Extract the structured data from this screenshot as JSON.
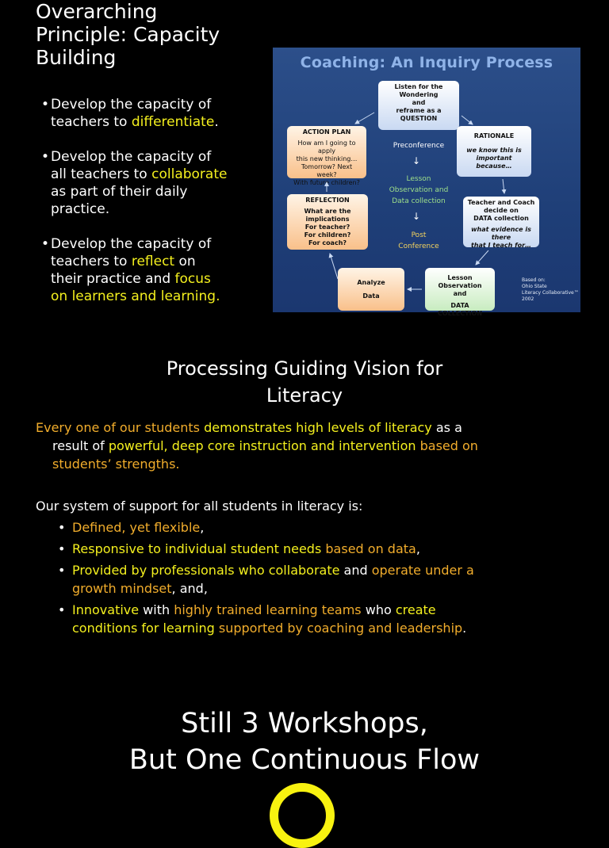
{
  "slide1": {
    "title": [
      "Overarching",
      "Principle: Capacity",
      "Building"
    ],
    "bullets": [
      {
        "lines": [
          [
            {
              "t": "Develop the capacity of",
              "c": "w"
            }
          ],
          [
            {
              "t": "teachers to ",
              "c": "w"
            },
            {
              "t": "differentiate",
              "c": "y"
            },
            {
              "t": ".",
              "c": "w"
            }
          ]
        ]
      },
      {
        "lines": [
          [
            {
              "t": "Develop the capacity of",
              "c": "w"
            }
          ],
          [
            {
              "t": "all teachers to ",
              "c": "w"
            },
            {
              "t": "collaborate",
              "c": "y"
            }
          ],
          [
            {
              "t": "as part of their daily",
              "c": "w"
            }
          ],
          [
            {
              "t": "practice.",
              "c": "w"
            }
          ]
        ]
      },
      {
        "lines": [
          [
            {
              "t": "Develop the capacity of",
              "c": "w"
            }
          ],
          [
            {
              "t": "teachers to ",
              "c": "w"
            },
            {
              "t": "reflect",
              "c": "y"
            },
            {
              "t": " on",
              "c": "w"
            }
          ],
          [
            {
              "t": "their practice and ",
              "c": "w"
            },
            {
              "t": "focus",
              "c": "y"
            }
          ],
          [
            {
              "t": "on learners and learning.",
              "c": "y"
            }
          ]
        ]
      }
    ],
    "bullet_glyph": "•"
  },
  "diagram": {
    "title": "Coaching: An Inquiry Process",
    "listen": [
      "Listen for the",
      "Wondering",
      "and",
      "reframe as a",
      "QUESTION"
    ],
    "action_plan": {
      "head": "ACTION PLAN",
      "body": [
        "How am I going to apply",
        "this new thinking…",
        "Tomorrow? Next week?",
        "With future children?"
      ]
    },
    "rationale": {
      "head": "RATIONALE",
      "body": [
        "we know this is",
        "important because…"
      ]
    },
    "reflection": {
      "head": "REFLECTION",
      "body": [
        "What are the implications",
        "For teacher?",
        "For children?",
        "For coach?"
      ]
    },
    "teacher_coach": {
      "head": [
        "Teacher and Coach",
        "decide on",
        "DATA collection"
      ],
      "body": [
        "what evidence is there",
        "that I teach for…"
      ]
    },
    "analyze": [
      "Analyze",
      "Data"
    ],
    "lesson_obs": [
      "Lesson Observation",
      "and",
      "DATA COLLECTION"
    ],
    "preconference": "Preconference",
    "lesson_middle": [
      "Lesson",
      "Observation and",
      "Data collection"
    ],
    "post": [
      "Post",
      "Conference"
    ],
    "based_on": [
      "Based on:",
      "Ohio State",
      "Literacy Collaborative™",
      "2002"
    ],
    "colors": {
      "bg": "#24457f",
      "title": "#8fb3e8",
      "mid_green": "#9fe08a",
      "mid_yellow": "#f4d35e"
    }
  },
  "slide2": {
    "title": [
      "Processing Guiding Vision for",
      "Literacy"
    ],
    "para_lines": [
      [
        {
          "t": "Every one of our students ",
          "c": "o"
        },
        {
          "t": "demonstrates high levels of literacy",
          "c": "y"
        },
        {
          "t": " as a",
          "c": "w"
        }
      ],
      [
        {
          "t": "result of ",
          "c": "w"
        },
        {
          "t": "powerful, deep core instruction and intervention",
          "c": "y"
        },
        {
          "t": " based on",
          "c": "o"
        }
      ],
      [
        {
          "t": "students’ strengths.",
          "c": "o"
        }
      ]
    ],
    "intro": "Our system of support for all students in literacy is:",
    "items": [
      {
        "lines": [
          [
            {
              "t": "Defined, yet flexible",
              "c": "o"
            },
            {
              "t": ",",
              "c": "w"
            }
          ]
        ]
      },
      {
        "lines": [
          [
            {
              "t": "Responsive to individual student needs ",
              "c": "y"
            },
            {
              "t": "based on data",
              "c": "o"
            },
            {
              "t": ",",
              "c": "w"
            }
          ]
        ]
      },
      {
        "lines": [
          [
            {
              "t": "Provided by professionals who collaborate",
              "c": "y"
            },
            {
              "t": " and ",
              "c": "w"
            },
            {
              "t": "operate under a",
              "c": "o"
            }
          ],
          [
            {
              "t": "growth mindset",
              "c": "o"
            },
            {
              "t": ", and,",
              "c": "w"
            }
          ]
        ]
      },
      {
        "lines": [
          [
            {
              "t": "Innovative",
              "c": "y"
            },
            {
              "t": " with ",
              "c": "w"
            },
            {
              "t": "highly trained learning teams",
              "c": "o"
            },
            {
              "t": " who ",
              "c": "w"
            },
            {
              "t": "create",
              "c": "y"
            }
          ],
          [
            {
              "t": "conditions for learning",
              "c": "y"
            },
            {
              "t": " supported by coaching and leadership",
              "c": "o"
            },
            {
              "t": ".",
              "c": "w"
            }
          ]
        ]
      }
    ],
    "bullet_glyph": "•"
  },
  "slide3": {
    "title": [
      "Still 3 Workshops,",
      "But One Continuous Flow"
    ],
    "ring_color": "#f8f210"
  }
}
